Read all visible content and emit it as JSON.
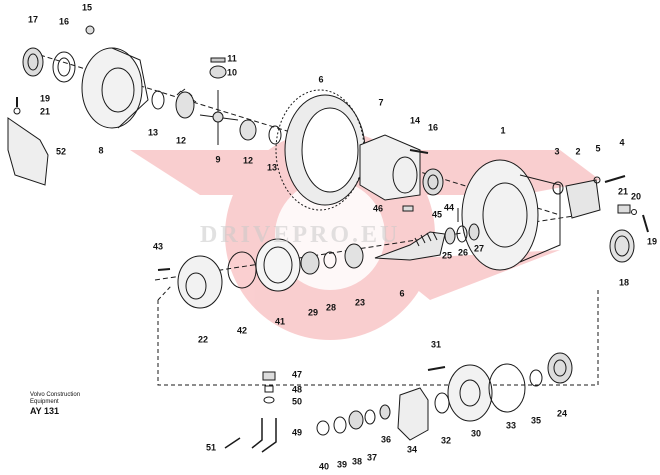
{
  "watermark": "DRIVEPRO.EU",
  "caption": {
    "line1": "Volvo Construction",
    "line2": "Equipment",
    "code": "AY 131"
  },
  "colors": {
    "ink": "#1a1a1a",
    "watermark_red": "#e8262b"
  },
  "callouts": [
    {
      "id": "p1",
      "text": "1"
    },
    {
      "id": "p2",
      "text": "2"
    },
    {
      "id": "p3",
      "text": "3"
    },
    {
      "id": "p4",
      "text": "4"
    },
    {
      "id": "p5",
      "text": "5"
    },
    {
      "id": "p6a",
      "text": "6"
    },
    {
      "id": "p6b",
      "text": "6"
    },
    {
      "id": "p7",
      "text": "7"
    },
    {
      "id": "p8",
      "text": "8"
    },
    {
      "id": "p9",
      "text": "9"
    },
    {
      "id": "p10",
      "text": "10"
    },
    {
      "id": "p11",
      "text": "11"
    },
    {
      "id": "p12a",
      "text": "12"
    },
    {
      "id": "p12b",
      "text": "12"
    },
    {
      "id": "p13a",
      "text": "13"
    },
    {
      "id": "p13b",
      "text": "13"
    },
    {
      "id": "p14",
      "text": "14"
    },
    {
      "id": "p15",
      "text": "15"
    },
    {
      "id": "p16a",
      "text": "16"
    },
    {
      "id": "p16b",
      "text": "16"
    },
    {
      "id": "p17",
      "text": "17"
    },
    {
      "id": "p18",
      "text": "18"
    },
    {
      "id": "p19a",
      "text": "19"
    },
    {
      "id": "p19b",
      "text": "19"
    },
    {
      "id": "p20",
      "text": "20"
    },
    {
      "id": "p21a",
      "text": "21"
    },
    {
      "id": "p21b",
      "text": "21"
    },
    {
      "id": "p22",
      "text": "22"
    },
    {
      "id": "p23",
      "text": "23"
    },
    {
      "id": "p24",
      "text": "24"
    },
    {
      "id": "p25",
      "text": "25"
    },
    {
      "id": "p26",
      "text": "26"
    },
    {
      "id": "p27",
      "text": "27"
    },
    {
      "id": "p28",
      "text": "28"
    },
    {
      "id": "p29",
      "text": "29"
    },
    {
      "id": "p30",
      "text": "30"
    },
    {
      "id": "p31",
      "text": "31"
    },
    {
      "id": "p32",
      "text": "32"
    },
    {
      "id": "p33",
      "text": "33"
    },
    {
      "id": "p34",
      "text": "34"
    },
    {
      "id": "p35",
      "text": "35"
    },
    {
      "id": "p36",
      "text": "36"
    },
    {
      "id": "p37",
      "text": "37"
    },
    {
      "id": "p38",
      "text": "38"
    },
    {
      "id": "p39",
      "text": "39"
    },
    {
      "id": "p40",
      "text": "40"
    },
    {
      "id": "p41",
      "text": "41"
    },
    {
      "id": "p42",
      "text": "42"
    },
    {
      "id": "p43",
      "text": "43"
    },
    {
      "id": "p44",
      "text": "44"
    },
    {
      "id": "p45",
      "text": "45"
    },
    {
      "id": "p46",
      "text": "46"
    },
    {
      "id": "p47",
      "text": "47"
    },
    {
      "id": "p48",
      "text": "48"
    },
    {
      "id": "p49",
      "text": "49"
    },
    {
      "id": "p50",
      "text": "50"
    },
    {
      "id": "p51",
      "text": "51"
    },
    {
      "id": "p52",
      "text": "52"
    }
  ]
}
